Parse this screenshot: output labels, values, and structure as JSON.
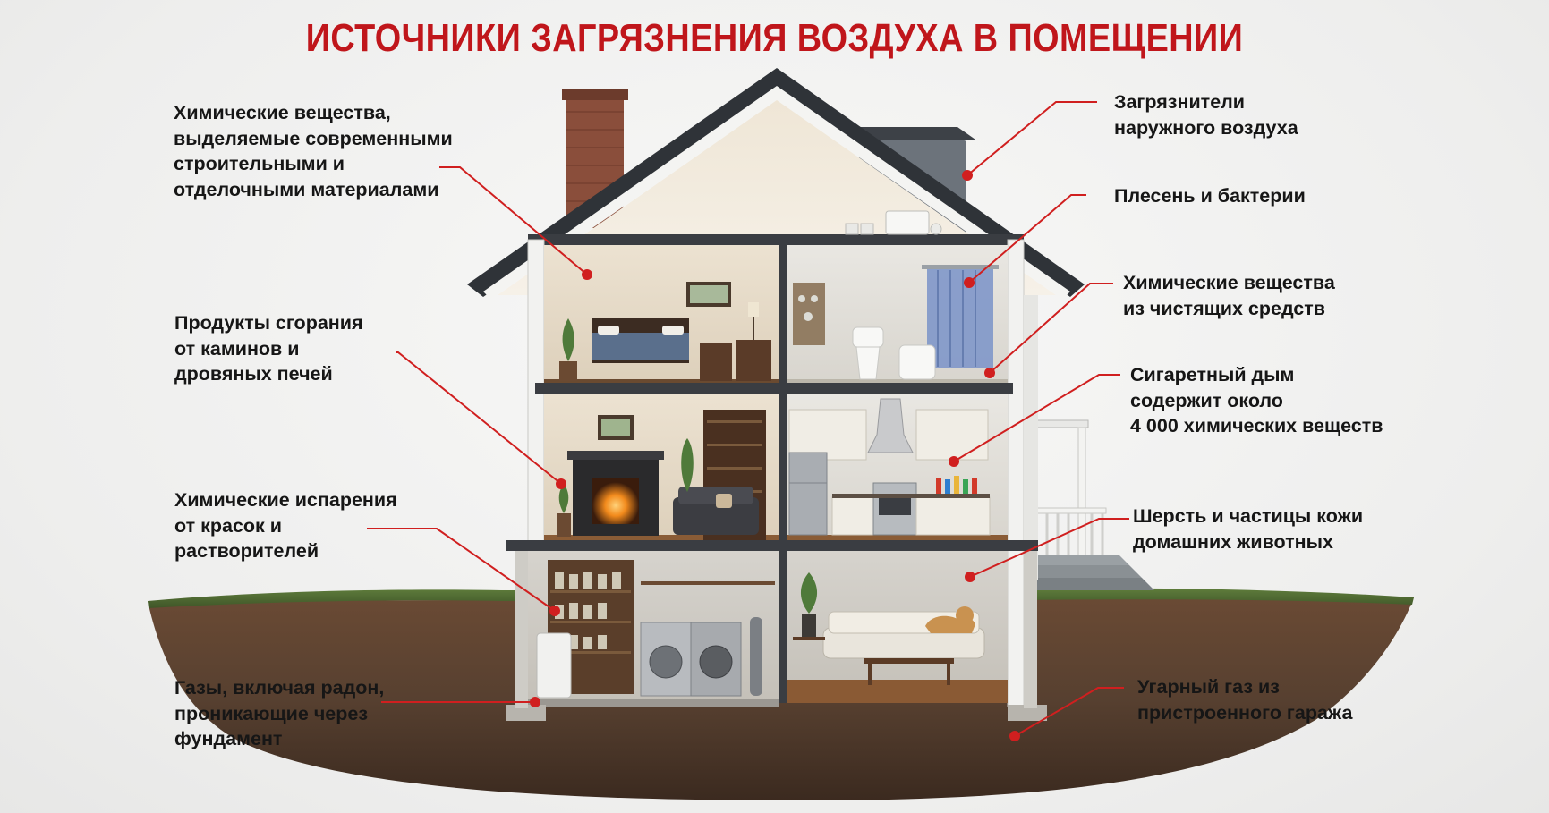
{
  "title": "ИСТОЧНИКИ ЗАГРЯЗНЕНИЯ ВОЗДУХА В ПОМЕЩЕНИИ",
  "left_callouts": [
    {
      "id": "building-materials",
      "lines": [
        "Химические вещества,",
        "выделяемые современными",
        "строительными и",
        "отделочными материалами"
      ]
    },
    {
      "id": "combustion",
      "lines": [
        "Продукты сгорания",
        "от каминов и",
        "дровяных печей"
      ]
    },
    {
      "id": "paints",
      "lines": [
        "Химические испарения",
        "от красок и",
        "растворителей"
      ]
    },
    {
      "id": "radon",
      "lines": [
        "Газы, включая радон,",
        "проникающие через",
        "фундамент"
      ]
    }
  ],
  "right_callouts": [
    {
      "id": "outdoor",
      "lines": [
        "Загрязнители",
        "наружного воздуха"
      ]
    },
    {
      "id": "mold",
      "lines": [
        "Плесень и бактерии"
      ]
    },
    {
      "id": "cleaners",
      "lines": [
        "Химические вещества",
        "из чистящих средств"
      ]
    },
    {
      "id": "smoke",
      "lines": [
        "Сигаретный дым",
        "содержит около",
        "4 000 химических веществ"
      ]
    },
    {
      "id": "pets",
      "lines": [
        "Шерсть и частицы кожи",
        "домашних животных"
      ]
    },
    {
      "id": "garage",
      "lines": [
        "Угарный газ из",
        "пристроенного гаража"
      ]
    }
  ],
  "colors": {
    "accent": "#c0161b",
    "pointer_line": "#d01f1f",
    "label_text": "#161616",
    "roof": "#3b3f45",
    "wall_trim": "#f2f2f0",
    "soil": "#5b4030",
    "grass": "#4f6a33"
  }
}
